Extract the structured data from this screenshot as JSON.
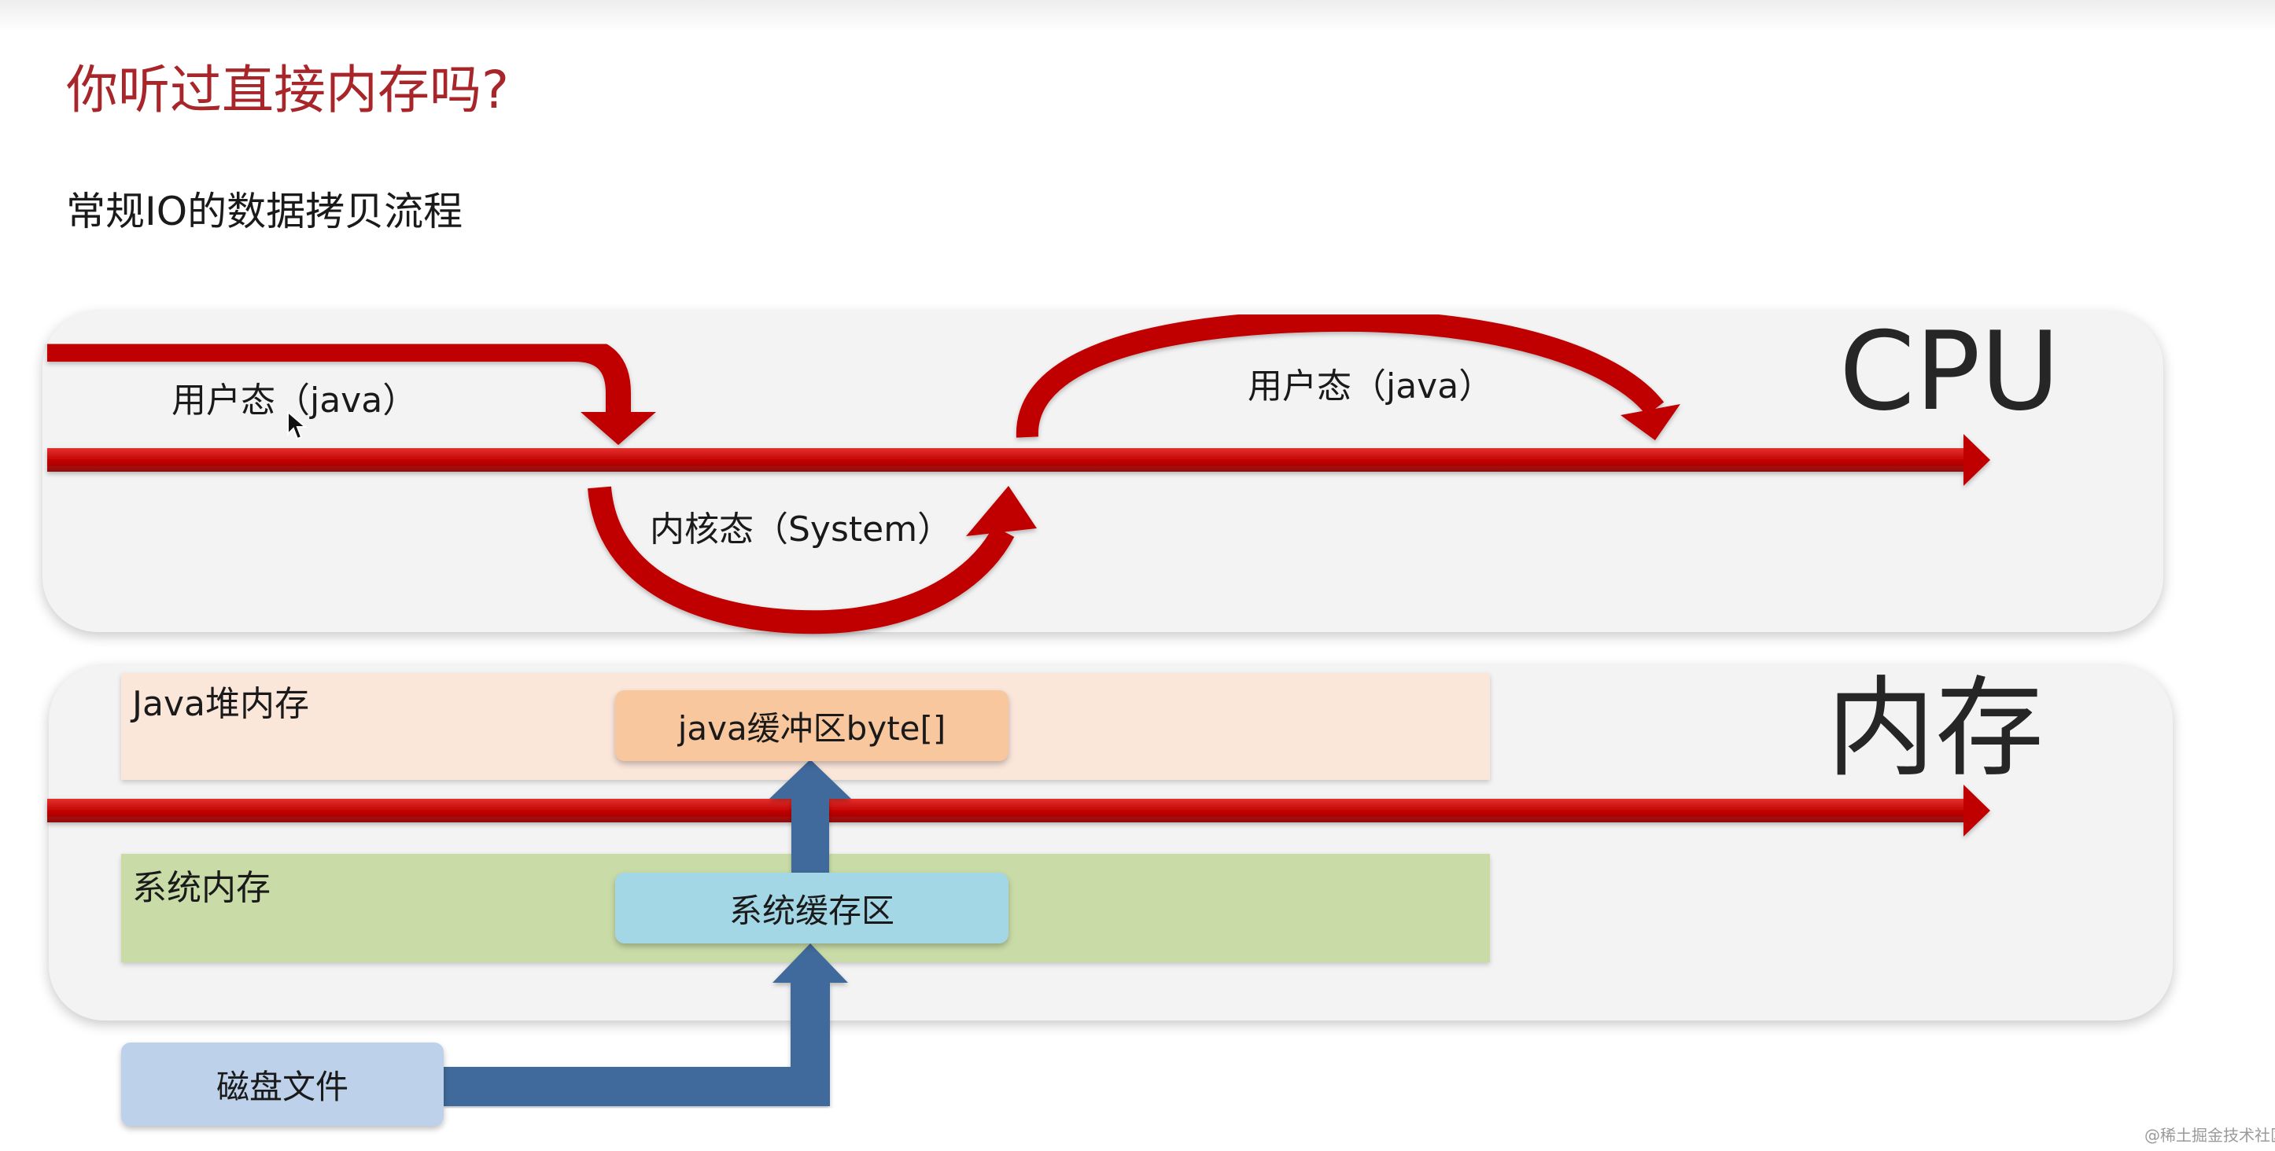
{
  "header": {
    "title": "你听过直接内存吗?",
    "subtitle": "常规IO的数据拷贝流程"
  },
  "cpu": {
    "label": "CPU",
    "user_mode_label_1": "用户态（java）",
    "kernel_mode_label": "内核态（System）",
    "user_mode_label_2": "用户态（java）"
  },
  "memory": {
    "label": "内存",
    "java_heap_label": "Java堆内存",
    "java_buffer_label": "java缓冲区byte[]",
    "system_memory_label": "系统内存",
    "system_buffer_label": "系统缓存区"
  },
  "disk": {
    "file_label": "磁盘文件"
  },
  "watermark": "@稀土掘金技术社区",
  "colors": {
    "title": "#a8252a",
    "flow_arrow": "#c00000",
    "data_arrow": "#3f6a9b",
    "java_heap": "#fbe6da",
    "java_buffer": "#f9c79d",
    "system_memory": "#c9dca7",
    "system_buffer": "#a4d7e6",
    "disk_file": "#bed1ea"
  },
  "icons": [
    "mouse-cursor-icon"
  ]
}
